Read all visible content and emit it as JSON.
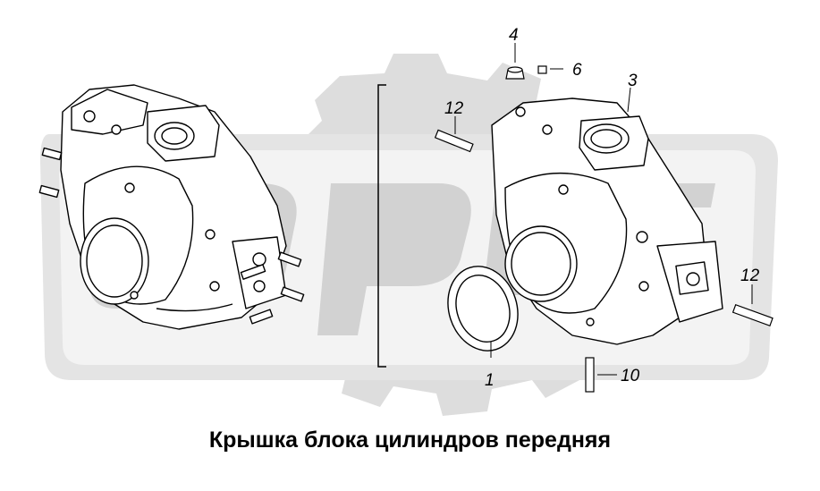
{
  "title": "Крышка блока цилиндров передняя",
  "callouts": [
    {
      "id": "4",
      "label": "4"
    },
    {
      "id": "6",
      "label": "6"
    },
    {
      "id": "3",
      "label": "3"
    },
    {
      "id": "12a",
      "label": "12"
    },
    {
      "id": "12b",
      "label": "12"
    },
    {
      "id": "1",
      "label": "1"
    },
    {
      "id": "10",
      "label": "10"
    }
  ],
  "colors": {
    "watermark": "#dcdcdc",
    "line": "#000000",
    "background": "#ffffff"
  }
}
